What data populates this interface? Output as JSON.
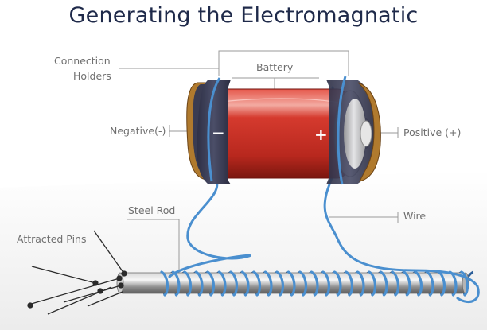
{
  "title": "Generating the Electromagnatic",
  "labels": {
    "connection_holders_line1": "Connection",
    "connection_holders_line2": "Holders",
    "battery": "Battery",
    "negative": "Negative(-)",
    "positive": "Positive (+)",
    "steel_rod": "Steel Rod",
    "wire": "Wire",
    "attracted_pins": "Attracted Pins"
  },
  "terminals": {
    "minus": "−",
    "plus": "+"
  },
  "colors": {
    "title": "#1f2a4a",
    "label_text": "#6f6f6f",
    "leader_line": "#9a9a9a",
    "battery_red": "#c62f24",
    "battery_dark_red": "#8e1c15",
    "holder": "#3a3c52",
    "holder_brass": "#b07a2e",
    "wire_blue": "#4a8fcf",
    "wire_dark": "#2c5f9a",
    "rod_gray": "#9a9a9a",
    "background_floor": "#eeeeee"
  }
}
